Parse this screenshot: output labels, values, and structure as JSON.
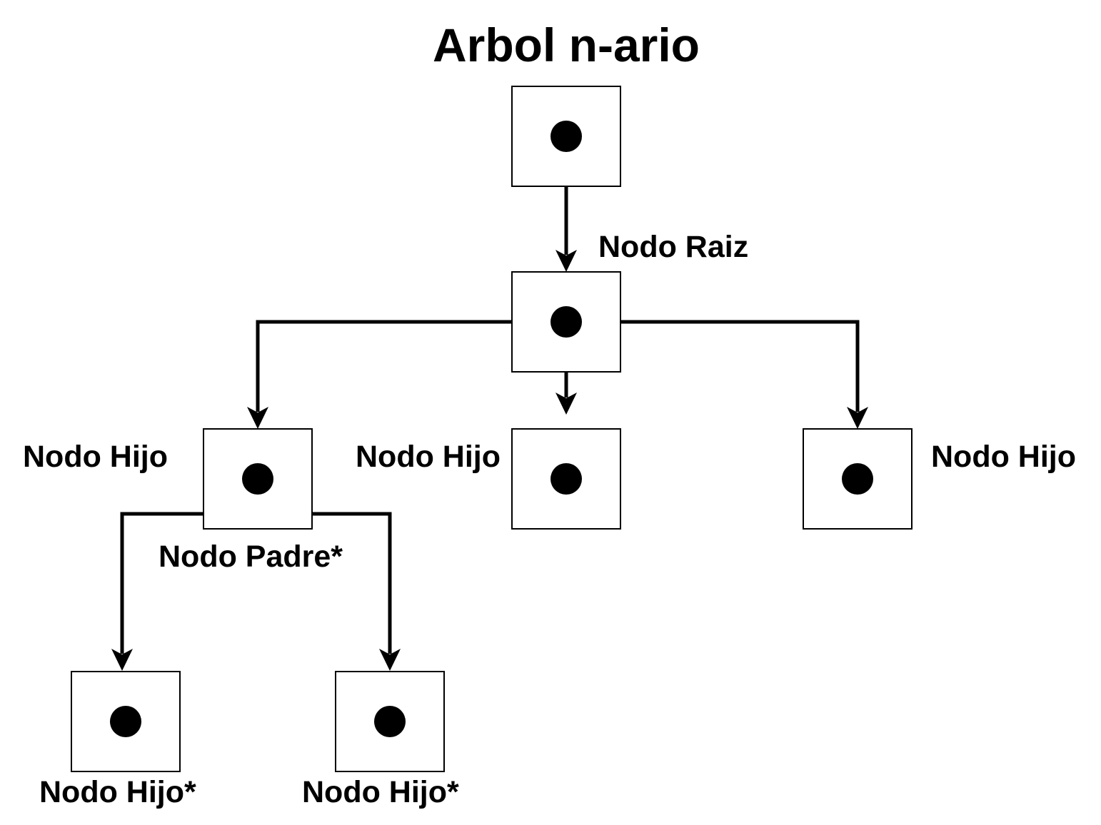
{
  "title": "Arbol n-ario",
  "colors": {
    "stroke": "#000000",
    "fill": "#ffffff",
    "dot": "#000000"
  },
  "labels": {
    "root": "Nodo Raiz",
    "child_left": "Nodo Hijo",
    "child_center": "Nodo Hijo",
    "child_right": "Nodo Hijo",
    "parent": "Nodo Padre*",
    "grandchild_left": "Nodo Hijo*",
    "grandchild_right": "Nodo Hijo*"
  },
  "nodes": [
    {
      "id": "top"
    },
    {
      "id": "root"
    },
    {
      "id": "child-left"
    },
    {
      "id": "child-center"
    },
    {
      "id": "child-right"
    },
    {
      "id": "grandchild-left"
    },
    {
      "id": "grandchild-right"
    }
  ],
  "edges": [
    {
      "from": "top",
      "to": "root"
    },
    {
      "from": "root",
      "to": "child-left"
    },
    {
      "from": "root",
      "to": "child-center"
    },
    {
      "from": "root",
      "to": "child-right"
    },
    {
      "from": "child-left",
      "to": "grandchild-left"
    },
    {
      "from": "child-left",
      "to": "grandchild-right"
    }
  ]
}
